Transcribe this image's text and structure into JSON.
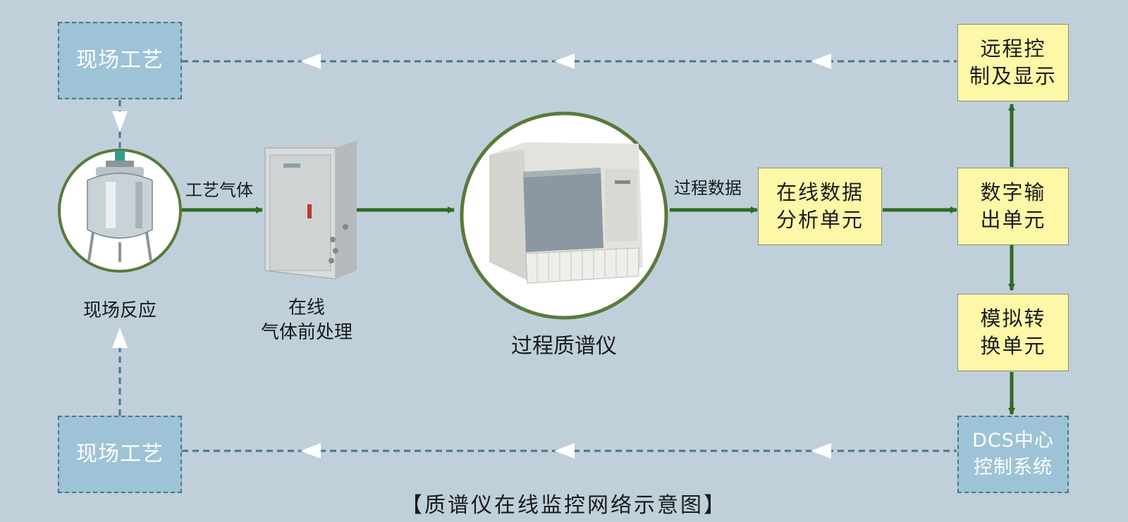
{
  "diagram": {
    "caption": "【质谱仪在线监控网络示意图】",
    "field_process_top": "现场工艺",
    "field_process_bottom": "现场工艺",
    "remote_control": {
      "line1": "远程控",
      "line2": "制及显示"
    },
    "data_analysis_unit": {
      "line1": "在线数据",
      "line2": "分析单元"
    },
    "digital_output_unit": {
      "line1": "数字输",
      "line2": "出单元"
    },
    "analog_conversion_unit": {
      "line1": "模拟转",
      "line2": "换单元"
    },
    "dcs_system": {
      "line1": "DCS中心",
      "line2": "控制系统"
    },
    "reactor_label": "现场反应",
    "pretreatment_label": {
      "line1": "在线",
      "line2": "气体前处理"
    },
    "spectrometer_label": "过程质谱仪",
    "process_gas_label": "工艺气体",
    "process_data_label": "过程数据"
  },
  "colors": {
    "background": "#bfd0db",
    "flow_arrow": "#2d6a23",
    "feedback_line": "#4b7488",
    "field_box": "#9ec3d6",
    "unit_box": "#fdf7a8",
    "circle_border": "#5a7a3a"
  },
  "icons": {
    "reactor": "stainless-reactor-vessel",
    "pretreatment": "pretreatment-cabinet",
    "spectrometer": "mass-spectrometer-instrument"
  }
}
